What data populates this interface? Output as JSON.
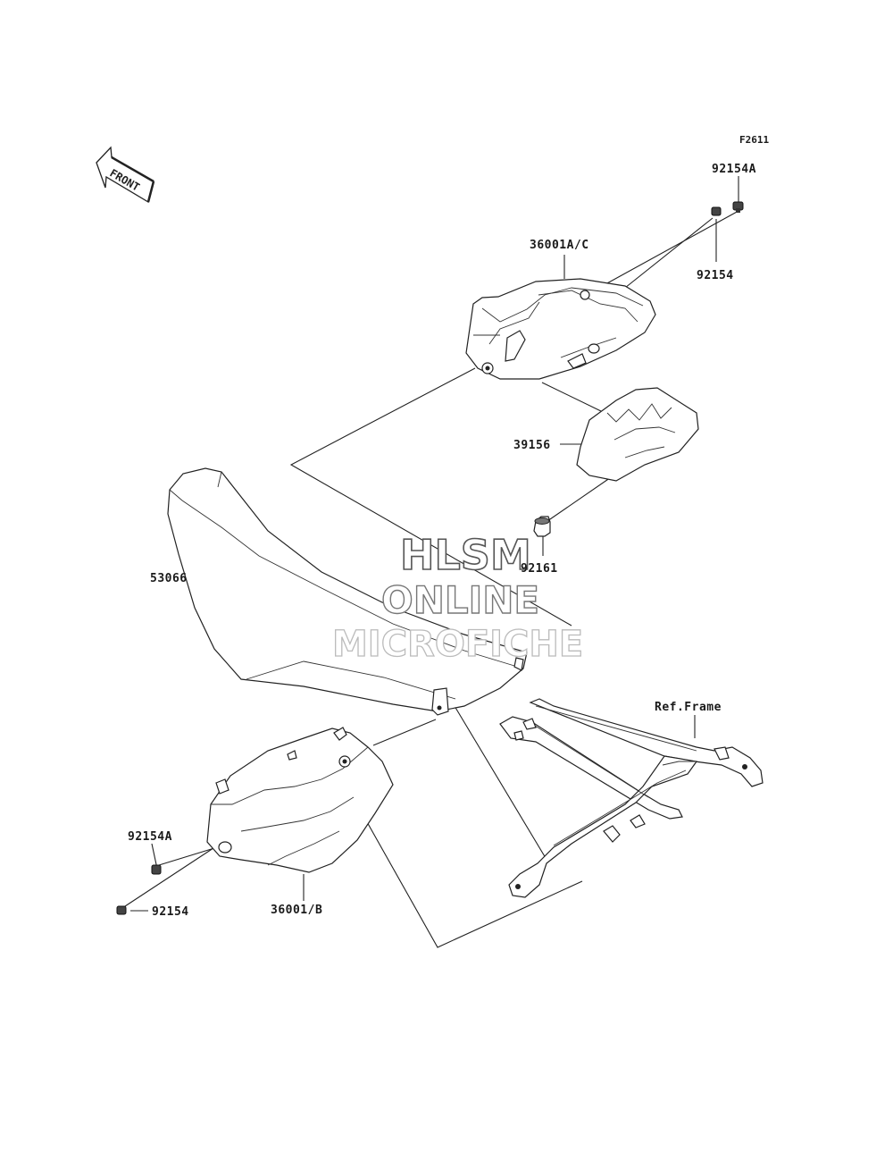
{
  "diagram": {
    "figure_code": "F2611",
    "direction_arrow": "FRONT",
    "watermark": [
      "HLSM",
      "ONLINE",
      "MICROFICHE"
    ],
    "callouts": {
      "bolt_a_top": "92154A",
      "bolt_top": "92154",
      "cover_right": "36001A/C",
      "pad": "39156",
      "damper": "92161",
      "seat": "53066",
      "frame_ref": "Ref.Frame",
      "bolt_a_left": "92154A",
      "bolt_left": "92154",
      "cover_left": "36001/B"
    }
  }
}
